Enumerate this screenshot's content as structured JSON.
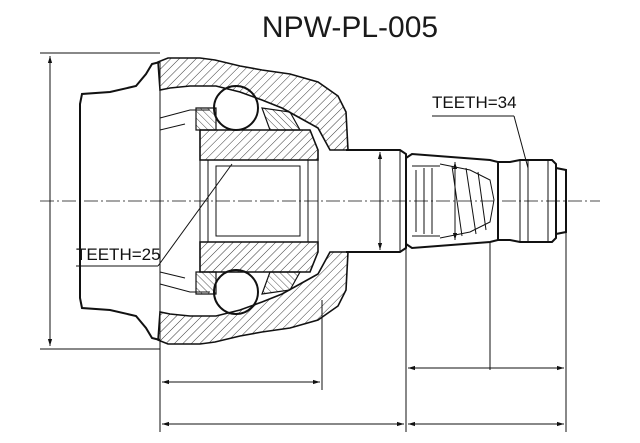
{
  "drawing": {
    "title": "NPW-PL-005",
    "labels": {
      "teeth_outer": "TEETH=34",
      "teeth_inner": "TEETH=25"
    }
  }
}
